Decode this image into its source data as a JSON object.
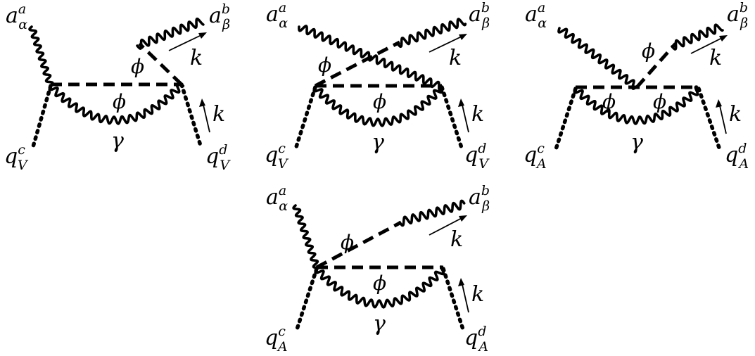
{
  "diagrams": [
    {
      "labels": {
        "a_in": "a",
        "a_in_sup": "a",
        "a_in_sub": "α",
        "a_out": "a",
        "a_out_sup": "b",
        "a_out_sub": "β",
        "k_out": "k",
        "phi_ext": "ϕ",
        "phi_loop": "ϕ",
        "gamma": "γ",
        "k_in": "k",
        "q_in": "q",
        "q_in_sup": "c",
        "q_in_sub": "V",
        "q_out": "q",
        "q_out_sup": "d",
        "q_out_sub": "V"
      }
    },
    {
      "labels": {
        "a_in": "a",
        "a_in_sup": "a",
        "a_in_sub": "α",
        "a_out": "a",
        "a_out_sup": "b",
        "a_out_sub": "β",
        "k_out": "k",
        "phi_ext": "ϕ",
        "phi_loop": "ϕ",
        "gamma": "γ",
        "k_in": "k",
        "q_in": "q",
        "q_in_sup": "c",
        "q_in_sub": "V",
        "q_out": "q",
        "q_out_sup": "d",
        "q_out_sub": "V"
      }
    },
    {
      "labels": {
        "a_in": "a",
        "a_in_sup": "a",
        "a_in_sub": "α",
        "a_out": "a",
        "a_out_sup": "b",
        "a_out_sub": "β",
        "k_out": "k",
        "phi_ext": "ϕ",
        "phi_loop_left": "ϕ",
        "phi_loop_right": "ϕ",
        "gamma": "γ",
        "k_in": "k",
        "q_in": "q",
        "q_in_sup": "c",
        "q_in_sub": "A",
        "q_out": "q",
        "q_out_sup": "d",
        "q_out_sub": "A"
      }
    },
    {
      "labels": {
        "a_in": "a",
        "a_in_sup": "a",
        "a_in_sub": "α",
        "a_out": "a",
        "a_out_sup": "b",
        "a_out_sub": "β",
        "k_out": "k",
        "phi_ext": "ϕ",
        "phi_loop": "ϕ",
        "gamma": "γ",
        "k_in": "k",
        "q_in": "q",
        "q_in_sup": "c",
        "q_in_sub": "A",
        "q_out": "q",
        "q_out_sup": "d",
        "q_out_sub": "A"
      }
    }
  ]
}
